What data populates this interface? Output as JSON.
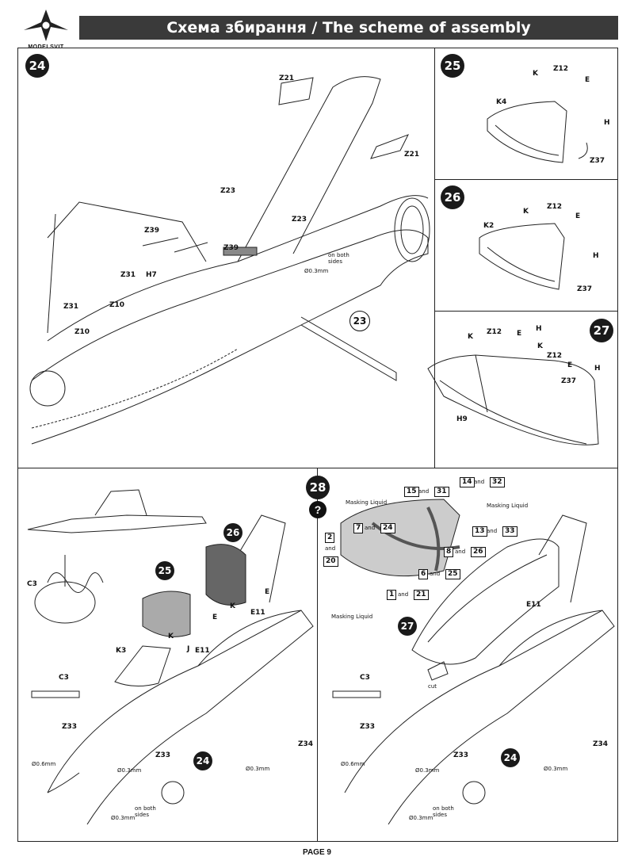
{
  "header": {
    "title": "Схема збирання / The scheme of assembly",
    "logo_text": "MODELSVIT"
  },
  "steps": {
    "s24": "24",
    "s25": "25",
    "s26": "26",
    "s27": "27",
    "s28": "28",
    "s23_ref": "23"
  },
  "step24": {
    "labels": [
      "Z21",
      "Z21",
      "Z23",
      "Z23",
      "Z39",
      "Z39",
      "Z31",
      "H7",
      "Z10",
      "Z31",
      "Z10"
    ],
    "note_sides": "on both sides",
    "note_dia": "Ø0.3mm"
  },
  "step25": {
    "labels": [
      "K",
      "Z12",
      "E",
      "K4",
      "H",
      "Z37"
    ]
  },
  "step26": {
    "labels": [
      "K",
      "Z12",
      "E",
      "K2",
      "H",
      "Z37"
    ]
  },
  "step27": {
    "labels": [
      "K",
      "Z12",
      "E",
      "H",
      "K",
      "Z12",
      "E",
      "H",
      "Z37",
      "H9"
    ]
  },
  "step28": {
    "help": "?",
    "left_labels": [
      "C3",
      "K3",
      "C3",
      "Z33",
      "Z33",
      "E11",
      "K",
      "J",
      "E",
      "K",
      "E",
      "E11",
      "Z34"
    ],
    "left_notes": [
      "Ø0.6mm",
      "Ø0.3mm",
      "on both sides",
      "Ø0.3mm",
      "Ø0.3mm"
    ],
    "left_refs": [
      "26",
      "25",
      "24"
    ],
    "right_labels": [
      "C3",
      "Z33",
      "Z33",
      "E11",
      "Z34"
    ],
    "right_notes": [
      "Ø0.6mm",
      "Ø0.3mm",
      "on both sides",
      "Ø0.3mm",
      "Ø0.3mm",
      "cut"
    ],
    "right_refs": [
      "27",
      "24"
    ],
    "masking": "Masking Liquid",
    "and": "and",
    "paint_boxes": [
      "15",
      "31",
      "14",
      "32",
      "7",
      "24",
      "13",
      "33",
      "8",
      "26",
      "2",
      "20",
      "6",
      "25",
      "1",
      "21"
    ]
  },
  "footer": {
    "page": "PAGE 9"
  }
}
